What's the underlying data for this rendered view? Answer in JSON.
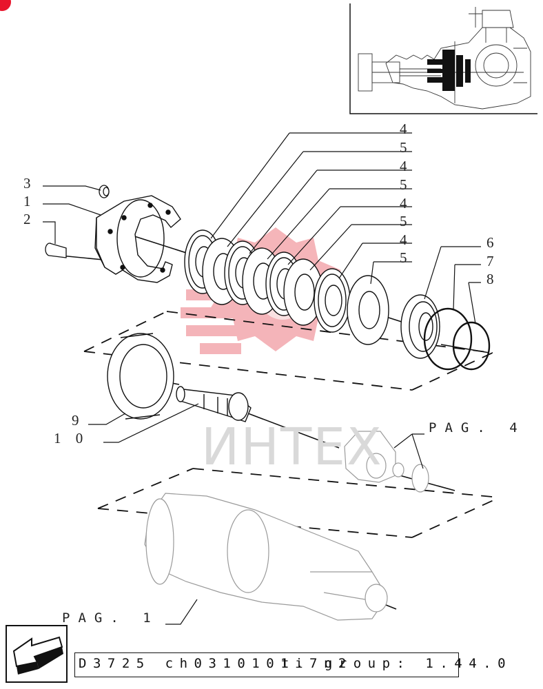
{
  "watermark": {
    "text": "ИНТЕХ",
    "gear_color": "#f3a8ad"
  },
  "callouts_right": [
    "4",
    "5",
    "4",
    "5",
    "4",
    "5",
    "4",
    "5",
    "6",
    "7",
    "8"
  ],
  "callouts_left": [
    "3",
    "1",
    "2"
  ],
  "callouts_bottom": [
    "9",
    "1 0"
  ],
  "page_refs": {
    "ref_4": "PAG. 4",
    "ref_1": "PAG. 1"
  },
  "footer": {
    "code": "D3725 ch0310101i7n2",
    "group_text": "t. group: 1.44.0"
  },
  "colors": {
    "accent": "#e8142c",
    "line": "#111111",
    "faint": "#9a9a9a"
  },
  "icons": {
    "nav": "back-arrow-icon",
    "badge": "red-dot-icon"
  }
}
